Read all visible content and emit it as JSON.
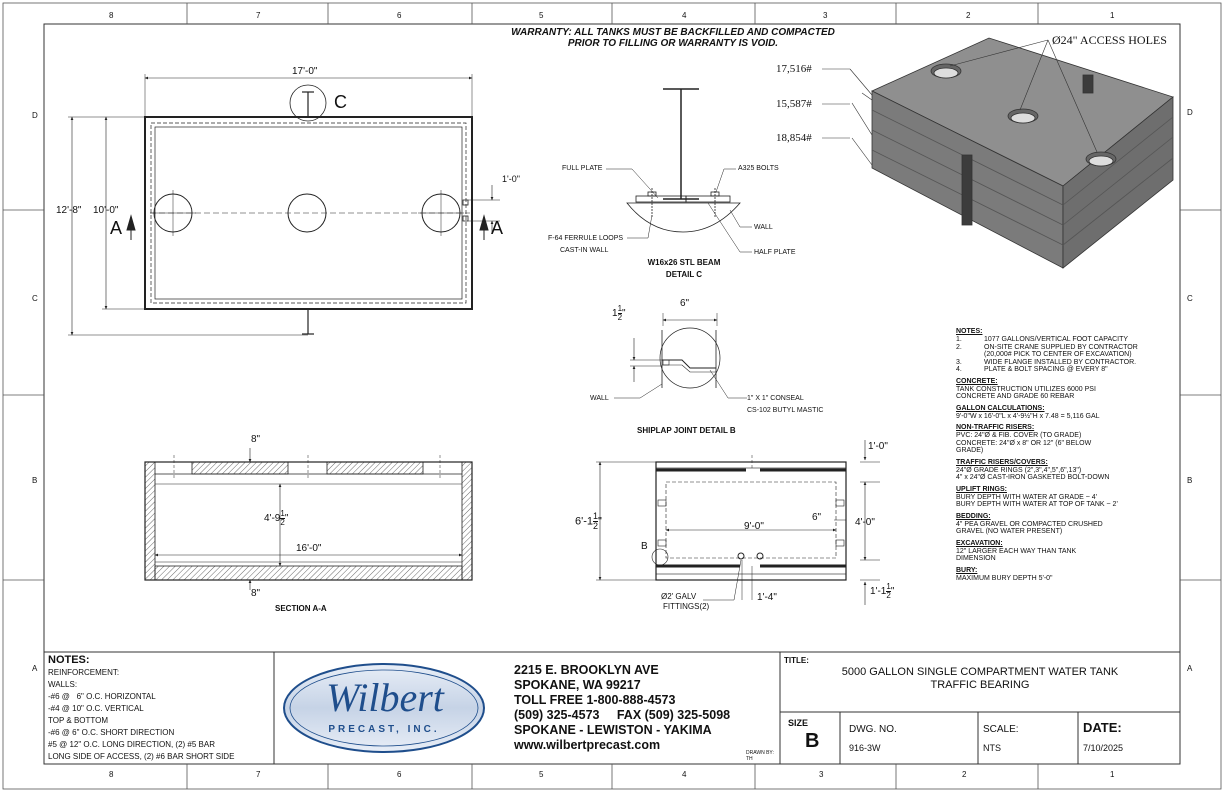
{
  "border": {
    "cols_top": [
      "8",
      "7",
      "6",
      "5",
      "4",
      "3",
      "2",
      "1"
    ],
    "cols_bottom": [
      "8",
      "7",
      "6",
      "5",
      "4",
      "3",
      "2",
      "1"
    ],
    "rows_left": [
      "D",
      "C",
      "B",
      "A"
    ],
    "rows_right": [
      "D",
      "C",
      "B",
      "A"
    ]
  },
  "warranty": [
    "WARRANTY: ALL TANKS MUST BE BACKFILLED AND COMPACTED",
    "PRIOR TO FILLING OR WARRANTY IS VOID."
  ],
  "plan": {
    "dim_length": "17'-0\"",
    "dim_width_outer": "12'-8\"",
    "dim_width_inner": "10'-0\"",
    "dim_edge": "1'-0\"",
    "section_left": "A",
    "section_right": "A",
    "detail_callout": "C"
  },
  "detail_c": {
    "full_plate": "FULL PLATE",
    "a325_bolts": "A325 BOLTS",
    "wall": "WALL",
    "ferrule1": "F-64 FERRULE LOOPS",
    "ferrule2": "CAST-IN WALL",
    "half_plate": "HALF PLATE",
    "beam": "W16x26 STL BEAM",
    "title": "DETAIL C"
  },
  "iso": {
    "access_holes": "Ø24\" ACCESS HOLES",
    "w1": "17,516#",
    "w2": "15,587#",
    "w3": "18,854#"
  },
  "shiplap": {
    "dim_width": "6\"",
    "dim_height_whole": "1",
    "dim_height_num": "1",
    "dim_height_den": "2",
    "dim_height_unit": "\"",
    "wall": "WALL",
    "conseal1": "1\" X 1\" CONSEAL",
    "conseal2": "CS-102 BUTYL MASTIC",
    "title": "SHIPLAP JOINT DETAIL B"
  },
  "section_aa": {
    "dim_top": "8\"",
    "dim_height_text": "4'-9",
    "dim_height_num": "1",
    "dim_height_den": "2",
    "dim_height_unit": "\"",
    "dim_length": "16'-0\"",
    "dim_bottom": "8\"",
    "title": "SECTION A-A"
  },
  "elevation": {
    "dim_top": "1'-0\"",
    "dim_height_text": "6'-1",
    "dim_height_num": "1",
    "dim_height_den": "2",
    "dim_height_unit": "\"",
    "dim_inner_len": "9'-0\"",
    "dim_small": "6\"",
    "dim_right": "4'-0\"",
    "dim_bottom_text": "1'-1",
    "dim_bottom_num": "1",
    "dim_bottom_den": "2",
    "dim_bottom_unit": "\"",
    "dim_offset": "1'-4\"",
    "label_b": "B",
    "fittings1": "Ø2' GALV",
    "fittings2": "FITTINGS(2)"
  },
  "notes": {
    "title": "NOTES:",
    "items": [
      [
        "1.",
        "1077 GALLONS/VERTICAL FOOT CAPACITY"
      ],
      [
        "2.",
        "ON-SITE CRANE SUPPLIED BY CONTRACTOR"
      ],
      [
        "",
        "(20,000# PICK TO CENTER OF EXCAVATION)"
      ],
      [
        "3.",
        "WIDE FLANGE INSTALLED BY CONTRACTOR."
      ],
      [
        "4.",
        "PLATE & BOLT SPACING @ EVERY 8\""
      ]
    ],
    "sections": [
      {
        "h": "CONCRETE:",
        "lines": [
          "TANK CONSTRUCTION UTILIZES 6000 PSI",
          "CONCRETE AND GRADE 60 REBAR"
        ]
      },
      {
        "h": "GALLON CALCULATIONS:",
        "lines": [
          "9'-0\"W x 16'-0\"L x 4'-9½\"H x 7.48 = 5,116 GAL"
        ]
      },
      {
        "h": "NON-TRAFFIC RISERS:",
        "lines": [
          "PVC: 24\"Ø & FIB. COVER (TO GRADE)",
          "CONCRETE: 24\"Ø x 8\" OR 12\" (6\" BELOW",
          "GRADE)"
        ]
      },
      {
        "h": "TRAFFIC RISERS/COVERS:",
        "lines": [
          "24\"Ø GRADE RINGS (2\",3\",4\",5\",6\",13\")",
          "4\" x 24\"Ø CAST-IRON GASKETED BOLT-DOWN"
        ]
      },
      {
        "h": "UPLIFT RINGS:",
        "lines": [
          "BURY DEPTH WITH WATER AT GRADE ~ 4'",
          "BURY DEPTH WITH WATER AT TOP OF TANK ~ 2'"
        ]
      },
      {
        "h": "BEDDING:",
        "lines": [
          "4\" PEA GRAVEL OR COMPACTED CRUSHED",
          "GRAVEL (NO WATER PRESENT)"
        ]
      },
      {
        "h": "EXCAVATION:",
        "lines": [
          "12\" LARGER EACH WAY THAN TANK",
          "DIMENSION"
        ]
      },
      {
        "h": "BURY:",
        "lines": [
          "MAXIMUM BURY DEPTH 5'-0\""
        ]
      }
    ]
  },
  "title_block": {
    "notes_title": "NOTES:",
    "notes_lines": [
      "REINFORCEMENT:",
      "WALLS:",
      "-#6 @   6\" O.C. HORIZONTAL",
      "-#4 @ 10\" O.C. VERTICAL",
      "TOP & BOTTOM",
      "-#6 @ 6\" O.C. SHORT DIRECTION",
      "#5 @ 12\" O.C. LONG DIRECTION, (2) #5 BAR",
      "LONG SIDE OF ACCESS, (2) #6 BAR SHORT SIDE"
    ],
    "logo_name": "Wilbert",
    "logo_sub": "PRECAST, INC.",
    "address": [
      "2215 E. BROOKLYN AVE",
      "SPOKANE, WA 99217",
      "TOLL FREE 1-800-888-4573",
      "(509) 325-4573     FAX (509) 325-5098",
      "SPOKANE - LEWISTON - YAKIMA",
      "www.wilbertprecast.com"
    ],
    "drawn_by_label": "DRAWN BY:",
    "drawn_by": "TH",
    "title_label": "TITLE:",
    "title_line1": "5000 GALLON SINGLE COMPARTMENT WATER TANK",
    "title_line2": "TRAFFIC BEARING",
    "size_label": "SIZE",
    "size": "B",
    "dwg_label": "DWG.  NO.",
    "dwg": "916-3W",
    "scale_label": "SCALE:",
    "scale": "NTS",
    "date_label": "DATE:",
    "date": "7/10/2025"
  },
  "colors": {
    "line": "#222222",
    "tank_top": "#8f8f8f",
    "tank_side": "#7a7a7a",
    "logo_blue": "#1f4e8c"
  }
}
